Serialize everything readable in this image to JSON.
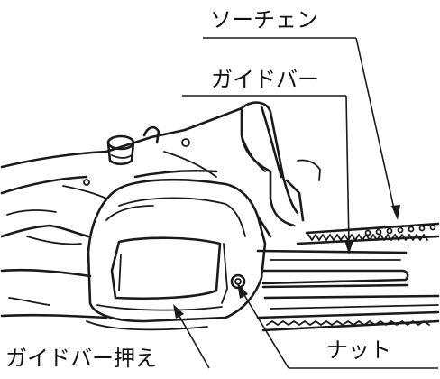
{
  "labels": {
    "saw_chain": "ソーチェン",
    "guide_bar": "ガイドバー",
    "guide_bar_retainer": "ガイドバー押え",
    "nut": "ナット"
  },
  "colors": {
    "ink": "#1a1a1a",
    "background": "#ffffff"
  }
}
